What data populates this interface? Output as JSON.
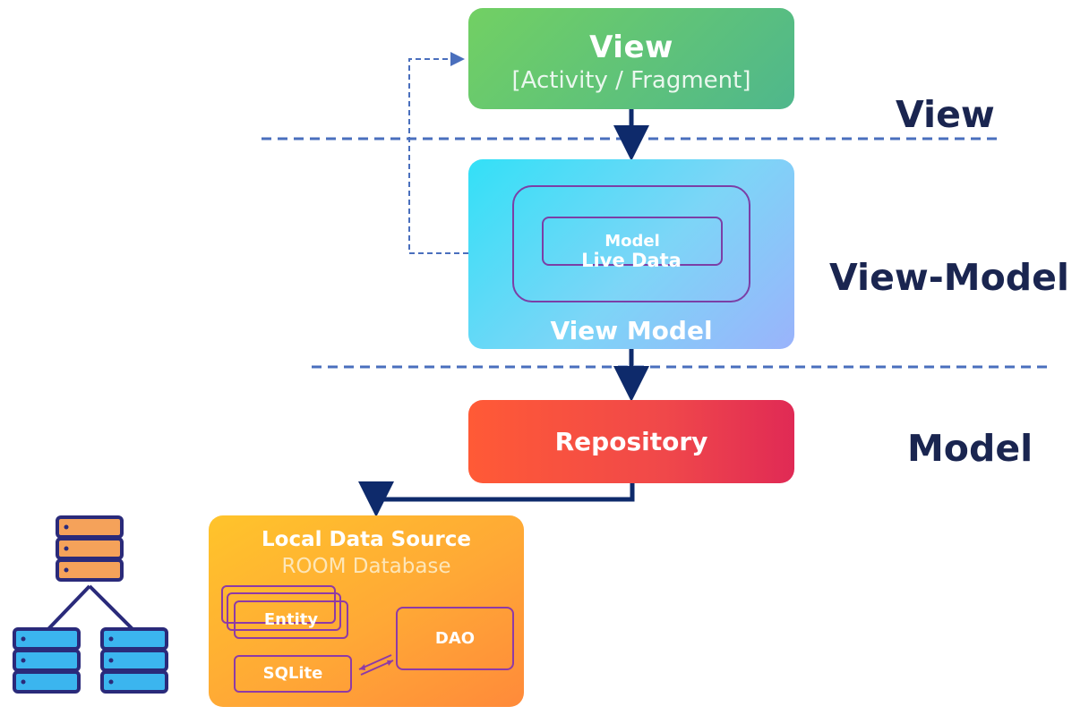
{
  "view_box": {
    "title": "View",
    "subtitle": "[Activity / Fragment]"
  },
  "viewmodel_box": {
    "inner_model": "Model",
    "live_data": "Live Data",
    "title": "View Model"
  },
  "repository_box": {
    "title": "Repository"
  },
  "local_source_box": {
    "title": "Local Data Source",
    "subtitle": "ROOM Database",
    "entity": "Entity",
    "sqlite": "SQLite",
    "dao": "DAO"
  },
  "layers": {
    "view": "View",
    "view_model": "View-Model",
    "model": "Model"
  },
  "colors": {
    "separator": "#4a6fbd",
    "arrow": "#0e2a6b",
    "feedback_arrow": "#4a6fbd",
    "layer_text": "#1a2550",
    "server_outline": "#2a2a7a",
    "server_top": "#f5a25a",
    "server_bottom": "#3bb5ef"
  },
  "icons": [
    "server-hierarchy-icon"
  ]
}
